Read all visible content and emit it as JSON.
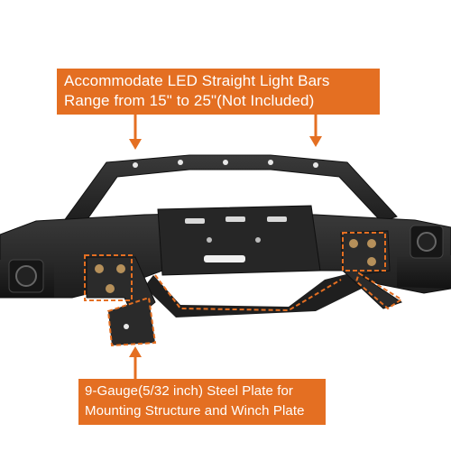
{
  "callout_top": {
    "line1": "Accommodate LED Straight Light Bars",
    "line2": "Range from 15\" to 25\"(Not Included)"
  },
  "callout_bottom": {
    "line1": "9-Gauge(5/32 inch) Steel Plate for",
    "line2": "Mounting Structure and Winch Plate"
  },
  "colors": {
    "background": "#ffffff",
    "callout": "#e46f22",
    "callout_text": "#ffffff",
    "bumper_steel": "#2b2b2b",
    "highlight_outline": "#e46f22"
  }
}
